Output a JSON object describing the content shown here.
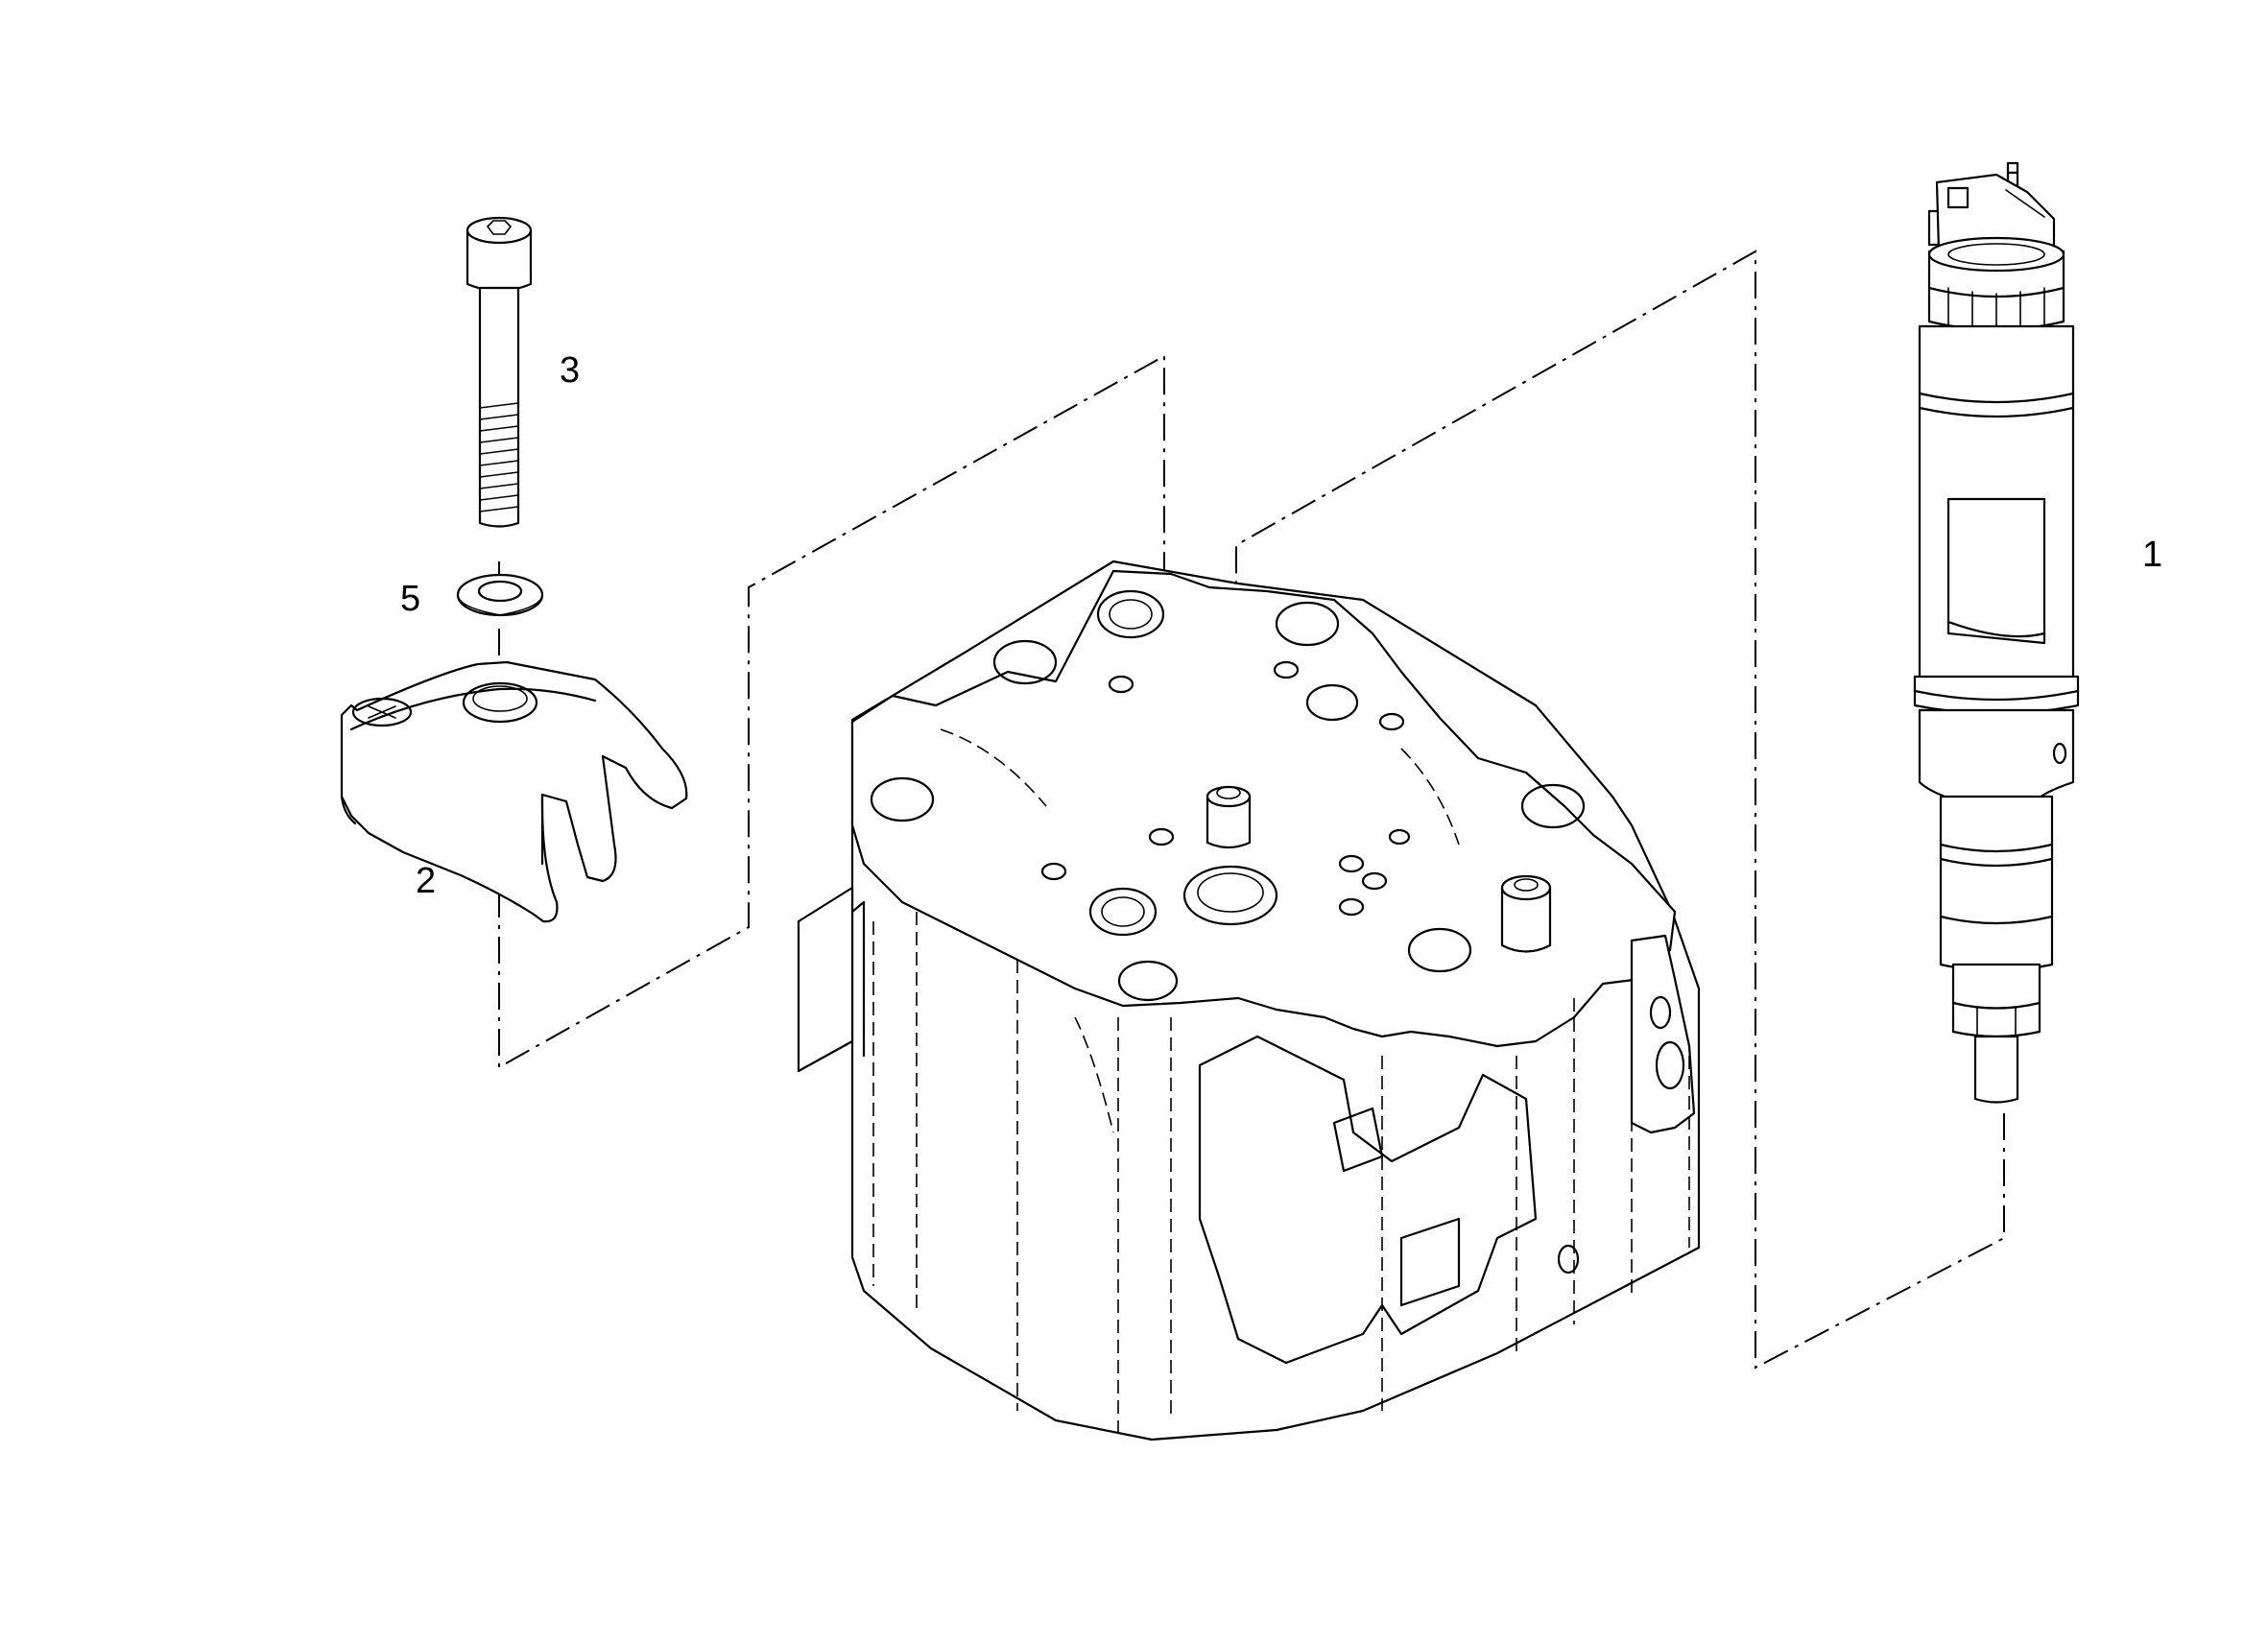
{
  "diagram": {
    "callouts": {
      "injector": "1",
      "clamp": "2",
      "screw": "3",
      "washer": "5"
    }
  }
}
